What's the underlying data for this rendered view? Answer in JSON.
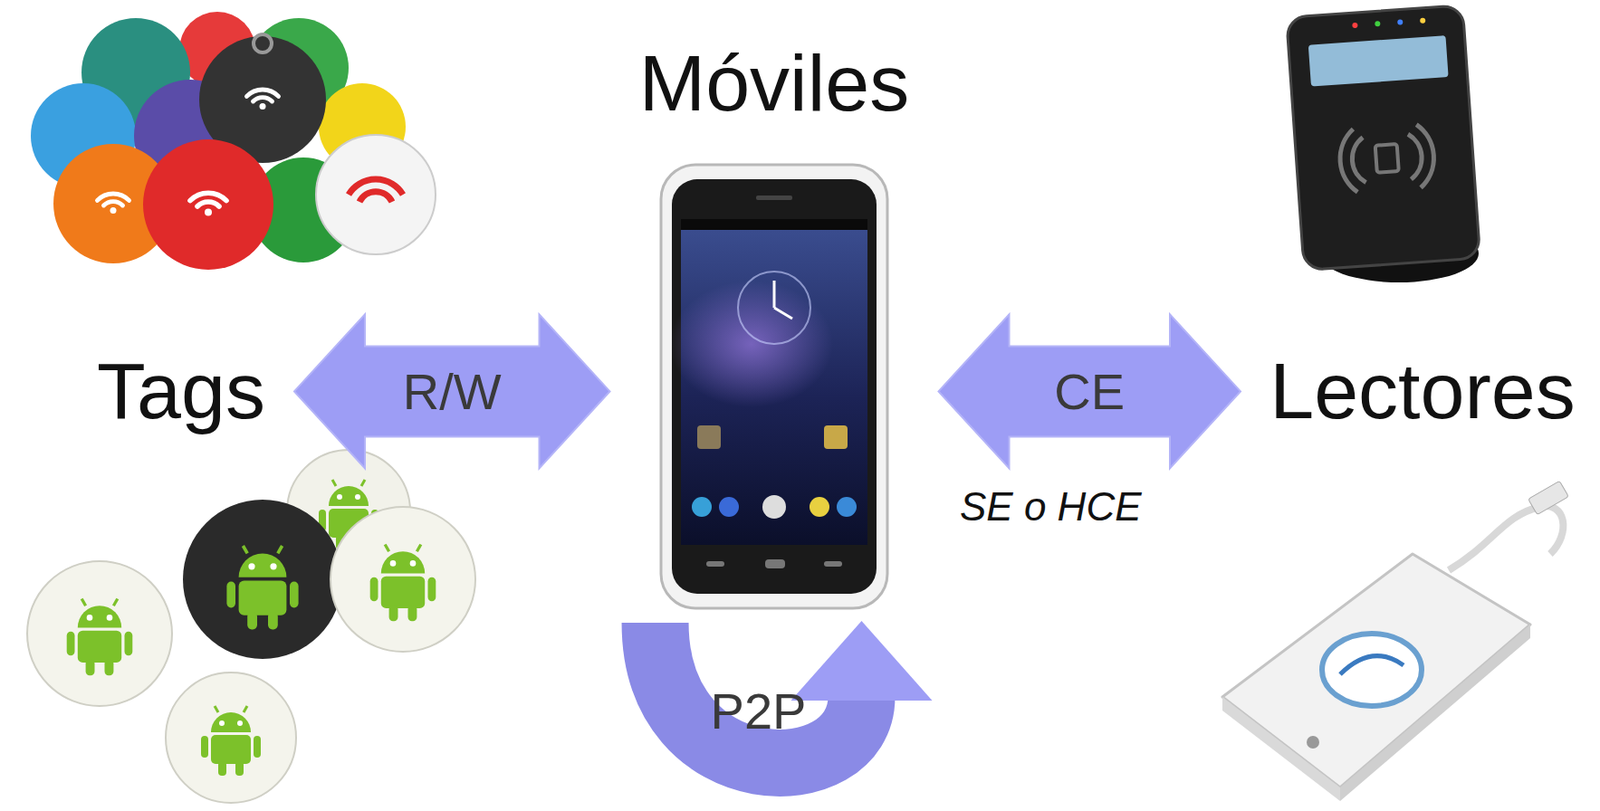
{
  "diagram": {
    "nodes": [
      {
        "text": [
          "Tags"
        ]
      },
      {
        "text": [
          "Móviles"
        ]
      },
      {
        "text": [
          "Lectores"
        ]
      }
    ],
    "edges": [
      {
        "from": 0,
        "to": 1,
        "label": "R/W",
        "arrow": "both"
      },
      {
        "from": 1,
        "to": 2,
        "label": "CE",
        "arrow": "both"
      },
      {
        "from": 1,
        "to": 1,
        "label": "P2P",
        "arrow": "to"
      }
    ],
    "labels": [
      "SE o HCE"
    ]
  }
}
